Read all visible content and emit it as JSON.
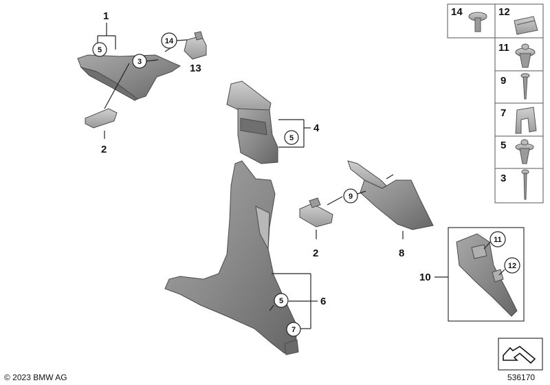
{
  "diagram": {
    "labels": {
      "l1": "1",
      "l2a": "2",
      "l2b": "2",
      "l4": "4",
      "l6": "6",
      "l8": "8",
      "l10": "10",
      "l13": "13"
    },
    "callouts": {
      "c5a": "5",
      "c3": "3",
      "c14": "14",
      "c5b": "5",
      "c9": "9",
      "c5c": "5",
      "c7": "7",
      "c11": "11",
      "c12": "12"
    },
    "legend": [
      {
        "num": "14",
        "icon": "flat-head-screw-icon"
      },
      {
        "num": "12",
        "icon": "spring-nut-clip-icon"
      },
      {
        "num": "11",
        "icon": "expanding-rivet-icon"
      },
      {
        "num": "9",
        "icon": "self-tapping-screw-icon"
      },
      {
        "num": "7",
        "icon": "bracket-clip-icon"
      },
      {
        "num": "5",
        "icon": "push-rivet-icon"
      },
      {
        "num": "3",
        "icon": "long-screw-icon"
      }
    ],
    "copyright": "© 2023 BMW AG",
    "diagram_number": "536170"
  },
  "colors": {
    "part_fill": "#8c8c8c",
    "part_light": "#b8b8b8",
    "part_dark": "#5f5f5f",
    "line": "#222222"
  }
}
